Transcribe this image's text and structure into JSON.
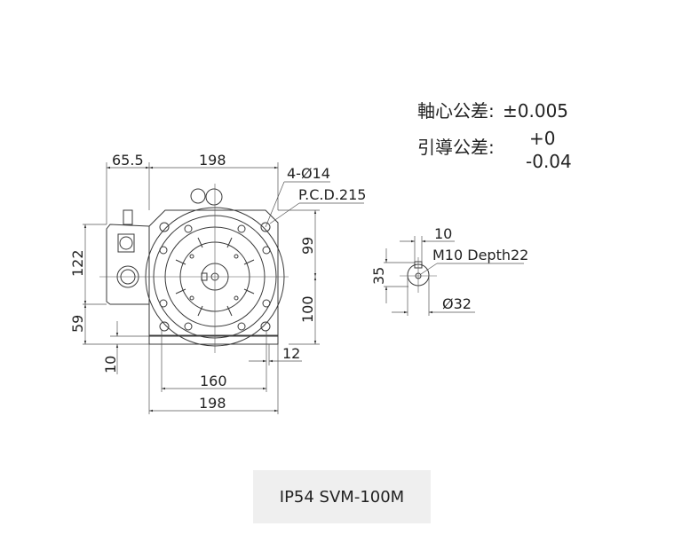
{
  "notes": {
    "axial_tolerance_label": "軸心公差:",
    "axial_tolerance_value": "±0.005",
    "guide_tolerance_label": "引導公差:",
    "guide_tolerance_upper": "+0",
    "guide_tolerance_lower": "-0.04"
  },
  "front_view": {
    "dim_box_width": "65.5",
    "dim_top_width": "198",
    "dim_holes": "4-Ø14",
    "dim_pcd": "P.C.D.215",
    "dim_box_height": "122",
    "dim_lower_height": "59",
    "dim_base_thickness": "10",
    "dim_upper_center": "99",
    "dim_lower_center": "100",
    "dim_foot_width": "12",
    "dim_hole_spacing": "160",
    "dim_bottom_width": "198"
  },
  "shaft_detail": {
    "dim_key_width": "10",
    "dim_thread": "M10 Depth22",
    "dim_height": "35",
    "dim_diameter": "Ø32"
  },
  "caption": "IP54 SVM-100M"
}
